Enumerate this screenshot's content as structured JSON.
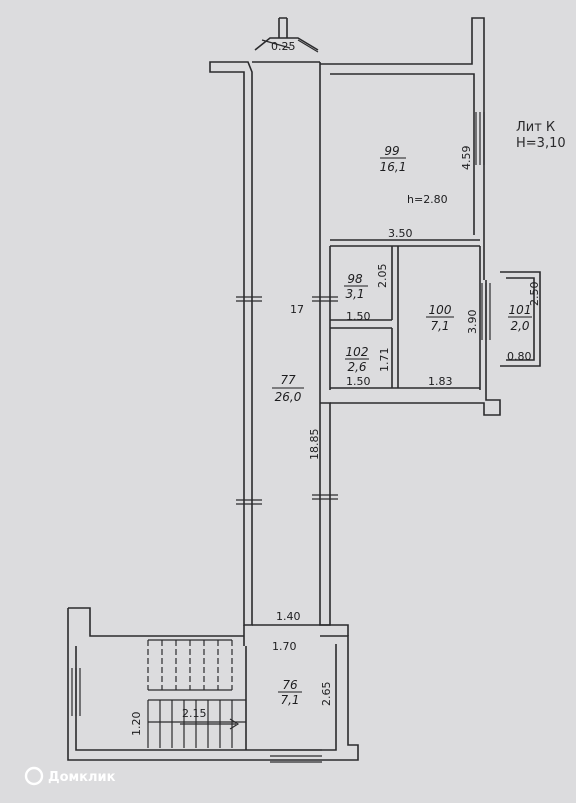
{
  "litera": {
    "name": "Лит К",
    "height": "H=3,10"
  },
  "watermark": "Домклик",
  "ceiling_height": "h=2.80",
  "rooms": [
    {
      "id": "99",
      "num": "99",
      "area": "16,1"
    },
    {
      "id": "98",
      "num": "98",
      "area": "3,1"
    },
    {
      "id": "100",
      "num": "100",
      "area": "7,1"
    },
    {
      "id": "101",
      "num": "101",
      "area": "2,0"
    },
    {
      "id": "102",
      "num": "102",
      "area": "2,6"
    },
    {
      "id": "77",
      "num": "77",
      "area": "26,0"
    },
    {
      "id": "76",
      "num": "76",
      "area": "7,1"
    }
  ],
  "dims": {
    "top_opening": "0.25",
    "r99_height": "4.59",
    "r99_width": "3.50",
    "r98_height": "2.05",
    "r98_width": "1.50",
    "corridor_num": "17",
    "r100_height": "3.90",
    "r101_height": "2.50",
    "r101_width": "0.80",
    "r102_height": "1.71",
    "r102_width": "1.50",
    "r100_width": "1.83",
    "corridor_length": "18.85",
    "neck_width": "1.40",
    "r76_width": "1.70",
    "r76_height": "2.65",
    "stair_width": "2.15",
    "stair_depth": "1.20"
  }
}
